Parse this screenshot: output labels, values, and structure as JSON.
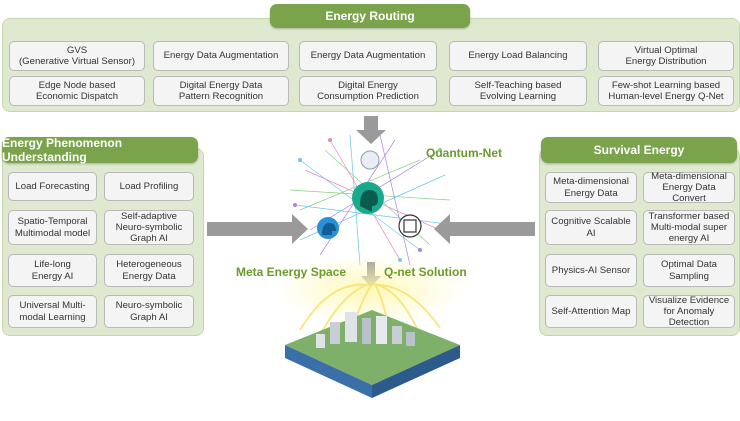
{
  "colors": {
    "panel_bg": "#dfe9cf",
    "header_bg": "#7aa34b",
    "box_bg": "#f4f4f4",
    "label_green": "#6a9a2c",
    "arrow_gray": "#9a9a9a"
  },
  "energy_routing": {
    "title": "Energy Routing",
    "items": [
      "GVS\n(Generative Virtual Sensor)",
      "Energy Data Augmentation",
      "Energy Data Augmentation",
      "Energy Load Balancing",
      "Virtual Optimal\nEnergy Distribution",
      "Edge Node based\nEconomic Dispatch",
      "Digital Energy Data\nPattern Recognition",
      "Digital Energy\nConsumption Prediction",
      "Self-Teaching based\nEvolving Learning",
      "Few-shot Learning based\nHuman-level Energy Q-Net"
    ]
  },
  "phenomenon": {
    "title": "Energy Phenomenon Understanding",
    "items": [
      "Load Forecasting",
      "Load Profiling",
      "Spatio-Temporal\nMultimodal model",
      "Self-adaptive\nNeuro-symbolic\nGraph AI",
      "Life-long\nEnergy AI",
      "Heterogeneous\nEnergy Data",
      "Universal Multi-\nmodal Learning",
      "Neuro-symbolic\nGraph AI"
    ]
  },
  "survival": {
    "title": "Survival Energy",
    "items": [
      "Meta-dimensional\nEnergy Data",
      "Meta-dimensional\nEnergy Data\nConvert",
      "Cognitive Scalable\nAI",
      "Transformer based\nMulti-modal super\nenergy AI",
      "Physics-AI Sensor",
      "Optimal Data\nSampling",
      "Self-Attention Map",
      "Visualize Evidence\nfor Anomaly\nDetection"
    ]
  },
  "center": {
    "quantum_net": "Quantum-Net",
    "meta_space": "Meta Energy Space",
    "qnet_solution": "Q-net Solution"
  }
}
